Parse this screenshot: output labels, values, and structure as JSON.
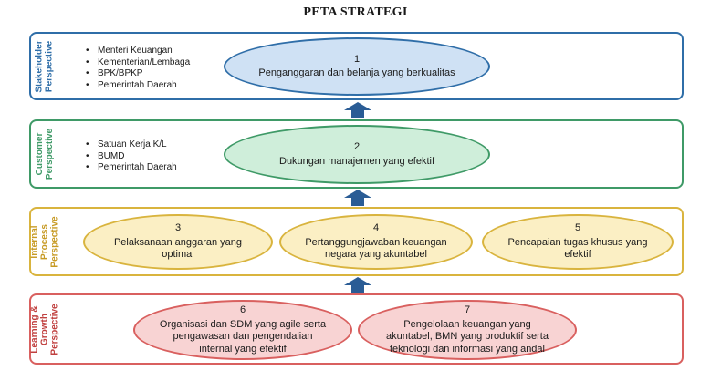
{
  "title": "PETA STRATEGI",
  "perspectives": {
    "stakeholder": {
      "label": "Stakeholder\nPerspective",
      "color": "#2f6ea8",
      "items": [
        "Menteri Keuangan",
        "Kementerian/Lembaga",
        "BPK/BPKP",
        "Pemerintah Daerah"
      ]
    },
    "customer": {
      "label": "Customer\nPerspective",
      "color": "#3f9a67",
      "items": [
        "Satuan Kerja K/L",
        "BUMD",
        "Pemerintah Daerah"
      ]
    },
    "internal": {
      "label": "Internal\nProcess\nPerspective",
      "color": "#d9b43e"
    },
    "learning": {
      "label": "Learning &\nGrowth\nPerspective",
      "color": "#d9605f"
    }
  },
  "objectives": {
    "o1": {
      "number": "1",
      "text": "Penganggaran dan belanja yang berkualitas"
    },
    "o2": {
      "number": "2",
      "text": "Dukungan manajemen yang efektif"
    },
    "o3": {
      "number": "3",
      "text": "Pelaksanaan anggaran yang\noptimal"
    },
    "o4": {
      "number": "4",
      "text": "Pertanggungjawaban keuangan\nnegara yang akuntabel"
    },
    "o5": {
      "number": "5",
      "text": "Pencapaian tugas khusus yang\nefektif"
    },
    "o6": {
      "number": "6",
      "text": "Organisasi dan SDM yang agile serta\npengawasan dan pengendalian\ninternal yang efektif"
    },
    "o7": {
      "number": "7",
      "text": "Pengelolaan keuangan yang\nakuntabel, BMN yang produktif serta\nteknologi dan informasi yang andal"
    }
  },
  "colors": {
    "stakeholder_fill": "#cfe1f4",
    "customer_fill": "#cfeeda",
    "internal_fill": "#fbefc4",
    "learning_fill": "#f8d3d3",
    "arrow": "#2a5c95"
  }
}
